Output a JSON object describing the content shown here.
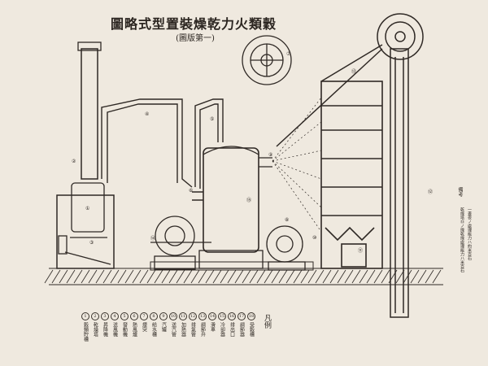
{
  "title": "圖略式型置裝燥乾力火類穀",
  "subtitle": "(圖版第一)",
  "legend": {
    "heading": "凡例",
    "items": [
      {
        "num": "1",
        "label": "穀類貯槽"
      },
      {
        "num": "2",
        "label": "乾燥塔"
      },
      {
        "num": "3",
        "label": "昇降機"
      },
      {
        "num": "4",
        "label": "送風機"
      },
      {
        "num": "5",
        "label": "發動機"
      },
      {
        "num": "6",
        "label": "熱風爐"
      },
      {
        "num": "7",
        "label": "煙突"
      },
      {
        "num": "8",
        "label": "給水槽"
      },
      {
        "num": "9",
        "label": "汽罐"
      },
      {
        "num": "10",
        "label": "送汽管"
      },
      {
        "num": "11",
        "label": "加熱器"
      },
      {
        "num": "12",
        "label": "排氣管"
      },
      {
        "num": "13",
        "label": "調節弁"
      },
      {
        "num": "14",
        "label": "滑車"
      },
      {
        "num": "15",
        "label": "冷卻器"
      },
      {
        "num": "16",
        "label": "排出口"
      },
      {
        "num": "17",
        "label": "調節器"
      },
      {
        "num": "18",
        "label": "受穀槽"
      }
    ]
  },
  "remarks": {
    "heading": "備考",
    "lines": [
      "乾燥塔⑬ノ燥乾燥處理能力ハ米百石",
      "一晝夜ノ處理能力ハ約米百石"
    ]
  },
  "callouts": [
    "①",
    "②",
    "③",
    "④",
    "⑤",
    "⑥",
    "⑦",
    "⑧",
    "⑨",
    "⑩",
    "⑪",
    "⑫",
    "⑬",
    "⑭",
    "⑮"
  ]
}
